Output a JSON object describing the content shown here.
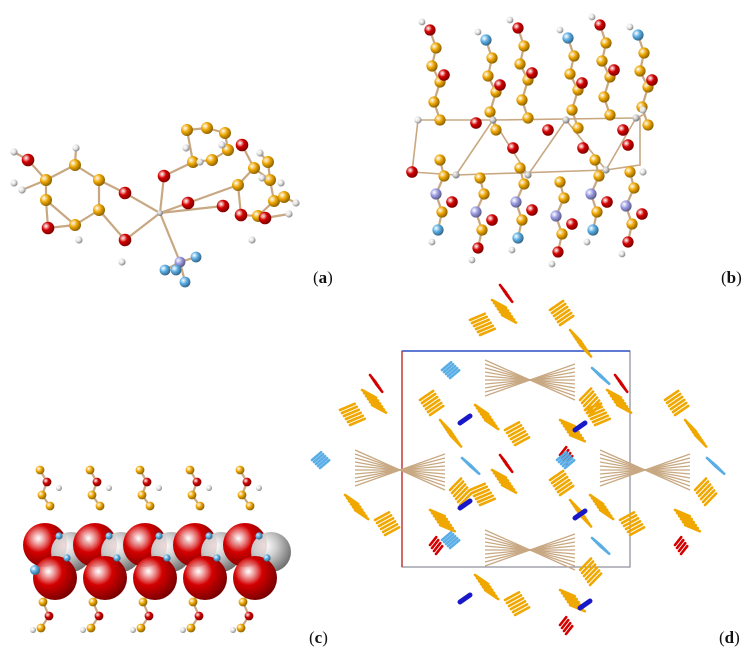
{
  "panels": [
    {
      "id": "a",
      "label_open": "(",
      "label_letter": "a",
      "label_close": ")"
    },
    {
      "id": "b",
      "label_open": "(",
      "label_letter": "b",
      "label_close": ")"
    },
    {
      "id": "c",
      "label_open": "(",
      "label_letter": "c",
      "label_close": ")"
    },
    {
      "id": "d",
      "label_open": "(",
      "label_letter": "d",
      "label_close": ")"
    }
  ],
  "colors": {
    "carbon": "#F0A800",
    "oxygen": "#D40000",
    "hydrogen": "#E6E6E6",
    "nitrogen_light": "#5AAEE6",
    "nitrogen_mid": "#9C9CE6",
    "metal": "#C8C8C8",
    "bond": "#C8A882",
    "cell_edge": "#8A8A9A",
    "cell_axis_b": "#3355CC",
    "cell_axis_a": "#CC3333",
    "anion": "#1818C8"
  }
}
